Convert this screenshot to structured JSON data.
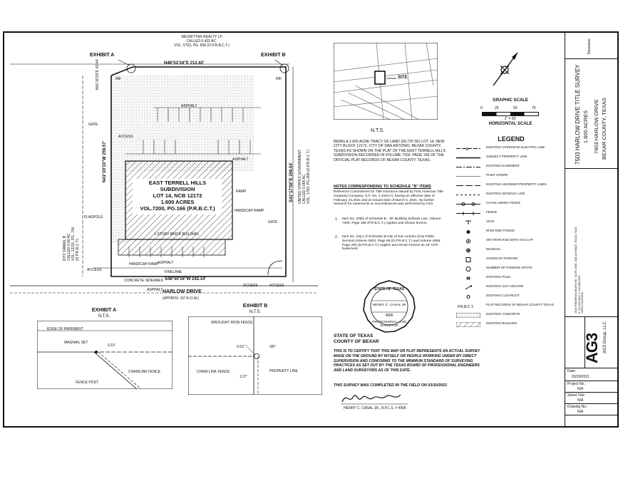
{
  "plan": {
    "exhibit_a": "EXHIBIT A",
    "exhibit_b": "EXHIBIT B",
    "neighbor_north": "WESNITTER REALTY LP\nCALLED 6.432 AC.\nVOL. 5763, PG. 836 (O.P.R.B.C.T.)",
    "north_bearing": "N48°52'24\"E 212.42'",
    "nw_bearing": "N41°30'25\"E 43.44'",
    "west_bearing": "N41°20'33\"W 259.57'",
    "east_bearing": "S41°17'08\"E 259.54'",
    "south_bearing": "S48°50'16\"W 242.14'",
    "east_owner": "UNITED STATES GOVERNMENT\nCALLED 0.089 AC.\nVOL. 1783, PG.368 (O.P.R.B.C.T.)",
    "west_owner": "RITZ DANIEL B\nCALLED 0.90 AC.\nVOL. 12211, PG. 700\n(O.P.R.B.C.T.)",
    "subdivision": "EAST TERRELL HILLS SUBDIVISION",
    "lot": "LOT 14, NCB 12172",
    "acres": "1.600 ACRES",
    "vol": "VOL.7200, PG.166 (P.R.B.C.T.)",
    "building": "1-STORY BRICK BUILDING",
    "asphalt": "ASPHALT",
    "gate": "GATE",
    "access": "ACCESS",
    "flagpole": "FLAGPOLE",
    "fireline": "FIRELANE",
    "handicap_ramp": "HANDICAP RAMP",
    "ramp": "RAMP",
    "concrete_sidewalk": "CONCRETE SIDEWALK",
    "irf": "IRF",
    "street": "HARLOW DRIVE",
    "street_row": "(APPROX. 60' R.O.W.)"
  },
  "vicinity": {
    "label": "N.T.S.",
    "site": "SITE"
  },
  "scale": {
    "title": "GRAPHIC SCALE",
    "ticks": [
      "0",
      "25",
      "50",
      "75"
    ],
    "unit": "1\" = 50'",
    "subtitle": "HORIZONTAL SCALE"
  },
  "legend": {
    "title": "LEGEND",
    "items": [
      "EXISTING OVERHEAD ELECTRIC LINE",
      "SUBJECT PROPERTY LINE",
      "EXISTING EASEMENT",
      "PAINT STRIPE",
      "EXISTING ADJOINER PROPERTY LINES",
      "EXISTING SETBACK LINE",
      "CHAIN LINKED FENCE",
      "FENCE",
      "SIGN",
      "IRON ROD FOUND",
      "SET IRON ROD WITH AG3 CAP",
      "MAGNAIL",
      "HANDICAP PARKING",
      "NUMBER OF PARKING SPOTS",
      "EXISTING POLE",
      "EXISTING GUY ANCHOR",
      "EXISTING CLEANOUT",
      "PLAT RECORDS OF BEXAR COUNTY TEXAS",
      "EXISTING CONCRETE",
      "EXISTING BUILDING"
    ]
  },
  "description": "BEING A 1.600 ACRE TRACT OF LAND (69,720 SF) LOT 14, NEW CITY BLOCK 12172, CITY OF SAN ANTONIO, BEXAR COUNTY, TEXAS AS SHOWN ON THE PLAT OF THE EAST TERRELL HILLS SUBDIVISION RECORDED IN VOLUME 7200, PAGE 166 OF THE OFFICIAL PLAT RECORDS OF BEXAR COUNTY, TEXAS.",
  "notes": {
    "title": "NOTES CORRESPONDING TO SCHEDULE \"B\" ITEMS",
    "intro": "Reference Commitment for Title Insurance issued by First American Title Guaranty Company, G.F. No. 1-210174, having an effective date of February 24,2021 and an issued date of March 6, 2021. No further research for easements or encumbrances was performed by AG3.",
    "item1": "Item No. 10(b) of Schedule B - 30' Building Setback Line, Volume 7200, Page 166 (P.R.B.C.T.) Applies and Shown hereon.",
    "item2": "Item No. 10(c) of Schedule B-City of San Antonio (City Public Service),Volume 4923, Page 88 (D.P.R.B.C.T.) and Volume 4856, Page 202 (D.P.R.B.C.T.) Applies and shown hereon as 16' CPS Easement."
  },
  "seal": {
    "top": "STATE OF TEXAS",
    "name": "HENRY C. CASAL JR",
    "number": "4906",
    "bottom": "PROFESSIONAL LAND SURVEYOR"
  },
  "certification": {
    "state": "STATE OF TEXAS",
    "county": "COUNTY OF BEXAR",
    "text": "THIS IS TO CERTIFY THAT THIS MAP OR PLAT REPRESENTS AN ACTUAL SURVEY MADE ON THE GROUND BY MYSELF OR PEOPLE WORKING UNDER MY DIRECT SUPERVISION AND CONFORMS TO THE MINIMUM STANDARD OF SURVEYING PRACTICES AS SET OUT BY THE TEXAS BOARD OF PROFESSIONAL ENGINEERS AND LAND SURVEYORS AS OF THIS DATE.",
    "completed": "THIS SURVEY WAS COMPLETED IN THE FIELD ON 03/10/2021",
    "signer": "HENRY C. CASAL JR., R.P.L.S. # 4906"
  },
  "exhibit_a_detail": {
    "title": "EXHIBIT A",
    "nts": "N.T.S.",
    "labels": [
      "EDGE OF PAVEMENT",
      "MAGNAIL SET",
      "CHAINLINK FENCE",
      "FENCE POST",
      "0.15'"
    ]
  },
  "exhibit_b_detail": {
    "title": "EXHIBIT B",
    "nts": "N.T.S.",
    "labels": [
      "WROUGHT IRON FENCE",
      "CHAIN LINK FENCE",
      "PROPERTY LINE",
      "3/8\"",
      "1.27'",
      "0.53'"
    ]
  },
  "title_block": {
    "title": "7503 HARLOW DRIVE TITLE SURVEY",
    "subtitle": "1.600 ACRES",
    "address": "7403 HARLOW DRIVE",
    "county": "BEXAR COUNTY, TEXAS",
    "firm_address": "4526 FREDERICKSBURG RD. SUITE 200B, SAN ANTONIO, TEXAS 78201\nP. 210.369.9118  F. 210.688.0051\nTBPLS #10194052",
    "logo": "AG3",
    "firm_name": "AG3 Group, LLC",
    "date_label": "Date:",
    "date_value": "03/29/2021",
    "project_label": "Project No.:",
    "project_value": "N/A",
    "sheet_label": "Sheet Title:",
    "sheet_value": "N/A",
    "drawing_label": "Drawing No.:",
    "drawing_value": "N/A",
    "revisions": "Revisions"
  }
}
